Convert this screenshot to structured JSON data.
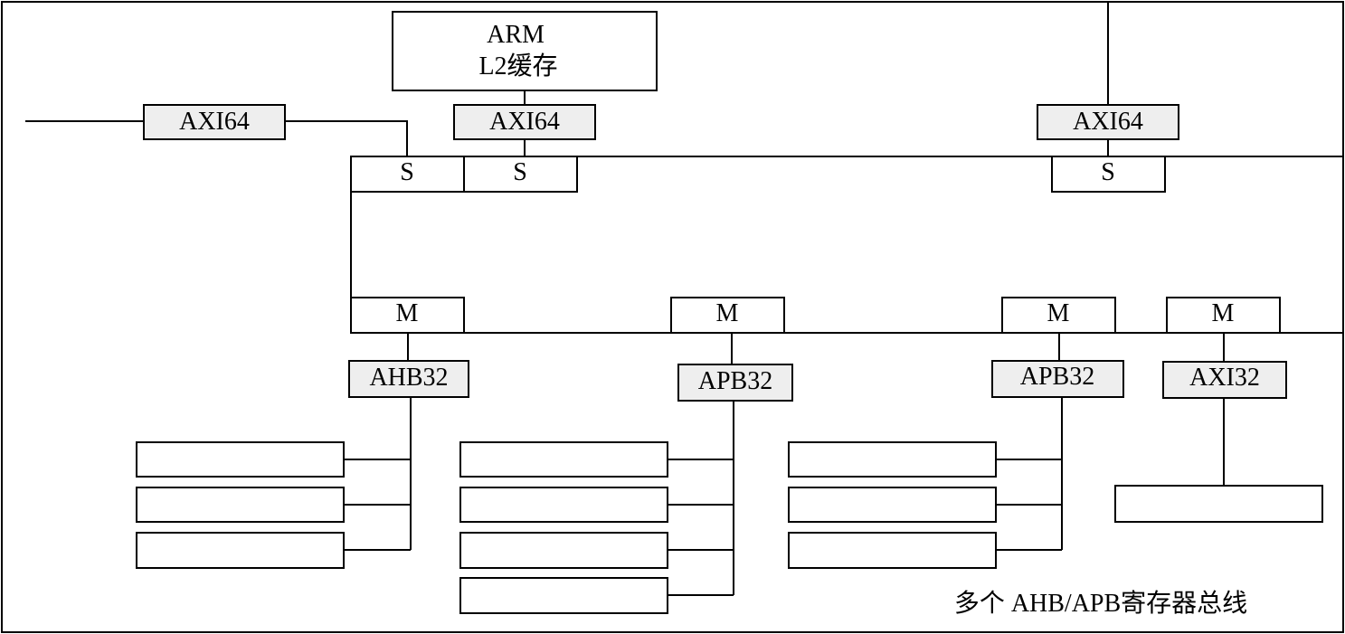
{
  "arm_block": {
    "line1": "ARM",
    "line2": "L2缓存"
  },
  "axi64_left": "AXI64",
  "axi64_center": "AXI64",
  "axi64_right": "AXI64",
  "slave_ports": [
    "S",
    "S",
    "S"
  ],
  "master_ports": [
    "M",
    "M",
    "M",
    "M"
  ],
  "buses": [
    "AHB32",
    "APB32",
    "APB32",
    "AXI32"
  ],
  "caption": "多个 AHB/APB寄存器总线"
}
